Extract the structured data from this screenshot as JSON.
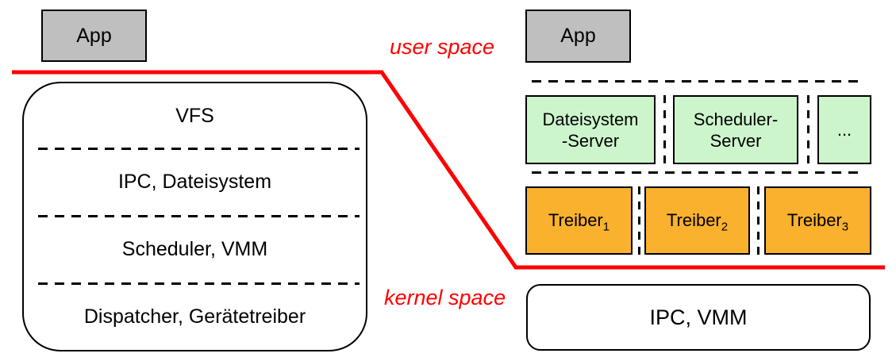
{
  "colors": {
    "red": "#FF0000",
    "gray": "#BFBFBF",
    "green": "#CCF5CC",
    "orange": "#FAB12D"
  },
  "labels": {
    "user_space": "user space",
    "kernel_space": "kernel space"
  },
  "monolithic": {
    "app": "App",
    "layers": [
      "VFS",
      "IPC, Dateisystem",
      "Scheduler, VMM",
      "Dispatcher, Gerätetreiber"
    ]
  },
  "microkernel": {
    "app": "App",
    "servers": [
      {
        "line1": "Dateisystem",
        "line2": "-Server"
      },
      {
        "line1": "Scheduler-",
        "line2": "Server"
      },
      {
        "line1": "...",
        "line2": ""
      }
    ],
    "drivers": [
      {
        "base": "Treiber",
        "sub": "1"
      },
      {
        "base": "Treiber",
        "sub": "2"
      },
      {
        "base": "Treiber",
        "sub": "3"
      }
    ],
    "kernel": "IPC, VMM"
  }
}
